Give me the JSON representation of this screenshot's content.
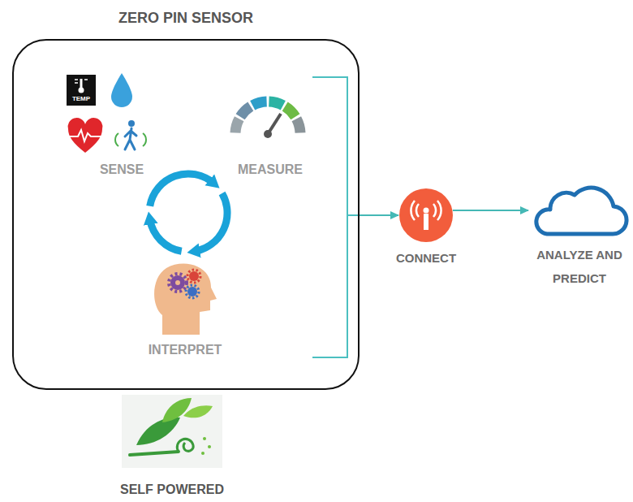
{
  "diagram": {
    "nodes": [
      {
        "text": [
          "ZERO PIN SENSOR"
        ]
      },
      {
        "text": [
          "CONNECT"
        ]
      },
      {
        "text": [
          "ANALYZE AND PREDICT"
        ]
      }
    ],
    "edges": [
      {
        "from": 0,
        "to": 1,
        "arrow": "to"
      },
      {
        "from": 1,
        "to": 2,
        "arrow": "to"
      }
    ],
    "labels": [
      "TEMP",
      "SENSE",
      "MEASURE",
      "INTERPRET",
      "SELF POWERED"
    ]
  }
}
